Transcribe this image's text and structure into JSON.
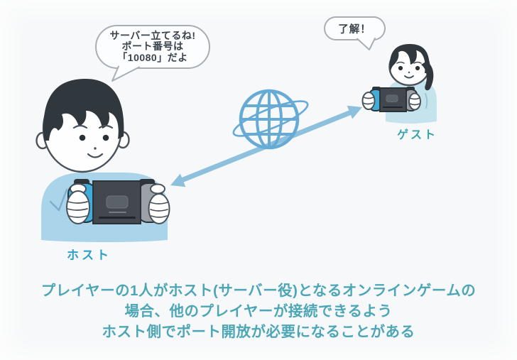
{
  "illustration": {
    "background_color": "#F7F8F9",
    "host": {
      "label": "ホスト",
      "bubble_lines": [
        "サーバー立てるね!",
        "ポート番号は",
        "「10080」だよ"
      ]
    },
    "guest": {
      "label": "ゲスト",
      "bubble_text": "了解！"
    },
    "caption": {
      "lines": [
        "プレイヤーの1人がホスト(サーバー役)となるオンラインゲームの",
        "場合、他のプレイヤーが接続できるよう",
        "ホスト側でポート開放が必要になることがある"
      ]
    },
    "icons": {
      "network": "globe-icon",
      "connection": "double-headed-arrow-icon"
    },
    "colors": {
      "background": "#F7F8F9",
      "globe": "#66ABD5",
      "arrow": "#8CC0DD",
      "host_label": "#2FA0C3",
      "guest_label": "#39A3A8",
      "caption": "#4DA6B6",
      "boy_shirt": "#A9D4EA",
      "girl_shirt": "#C5E3EC",
      "hair": "#30373D",
      "outline": "#49525A",
      "console_body": "#42484E",
      "console_edge": "#2B3238",
      "joycon_blue": "#3FADD8",
      "joycon_gray": "#9AA2A8",
      "bubble_border": "#A7AFB5",
      "bubble_fill": "#FCFDFE",
      "bubble_text": "#3C444B"
    }
  }
}
